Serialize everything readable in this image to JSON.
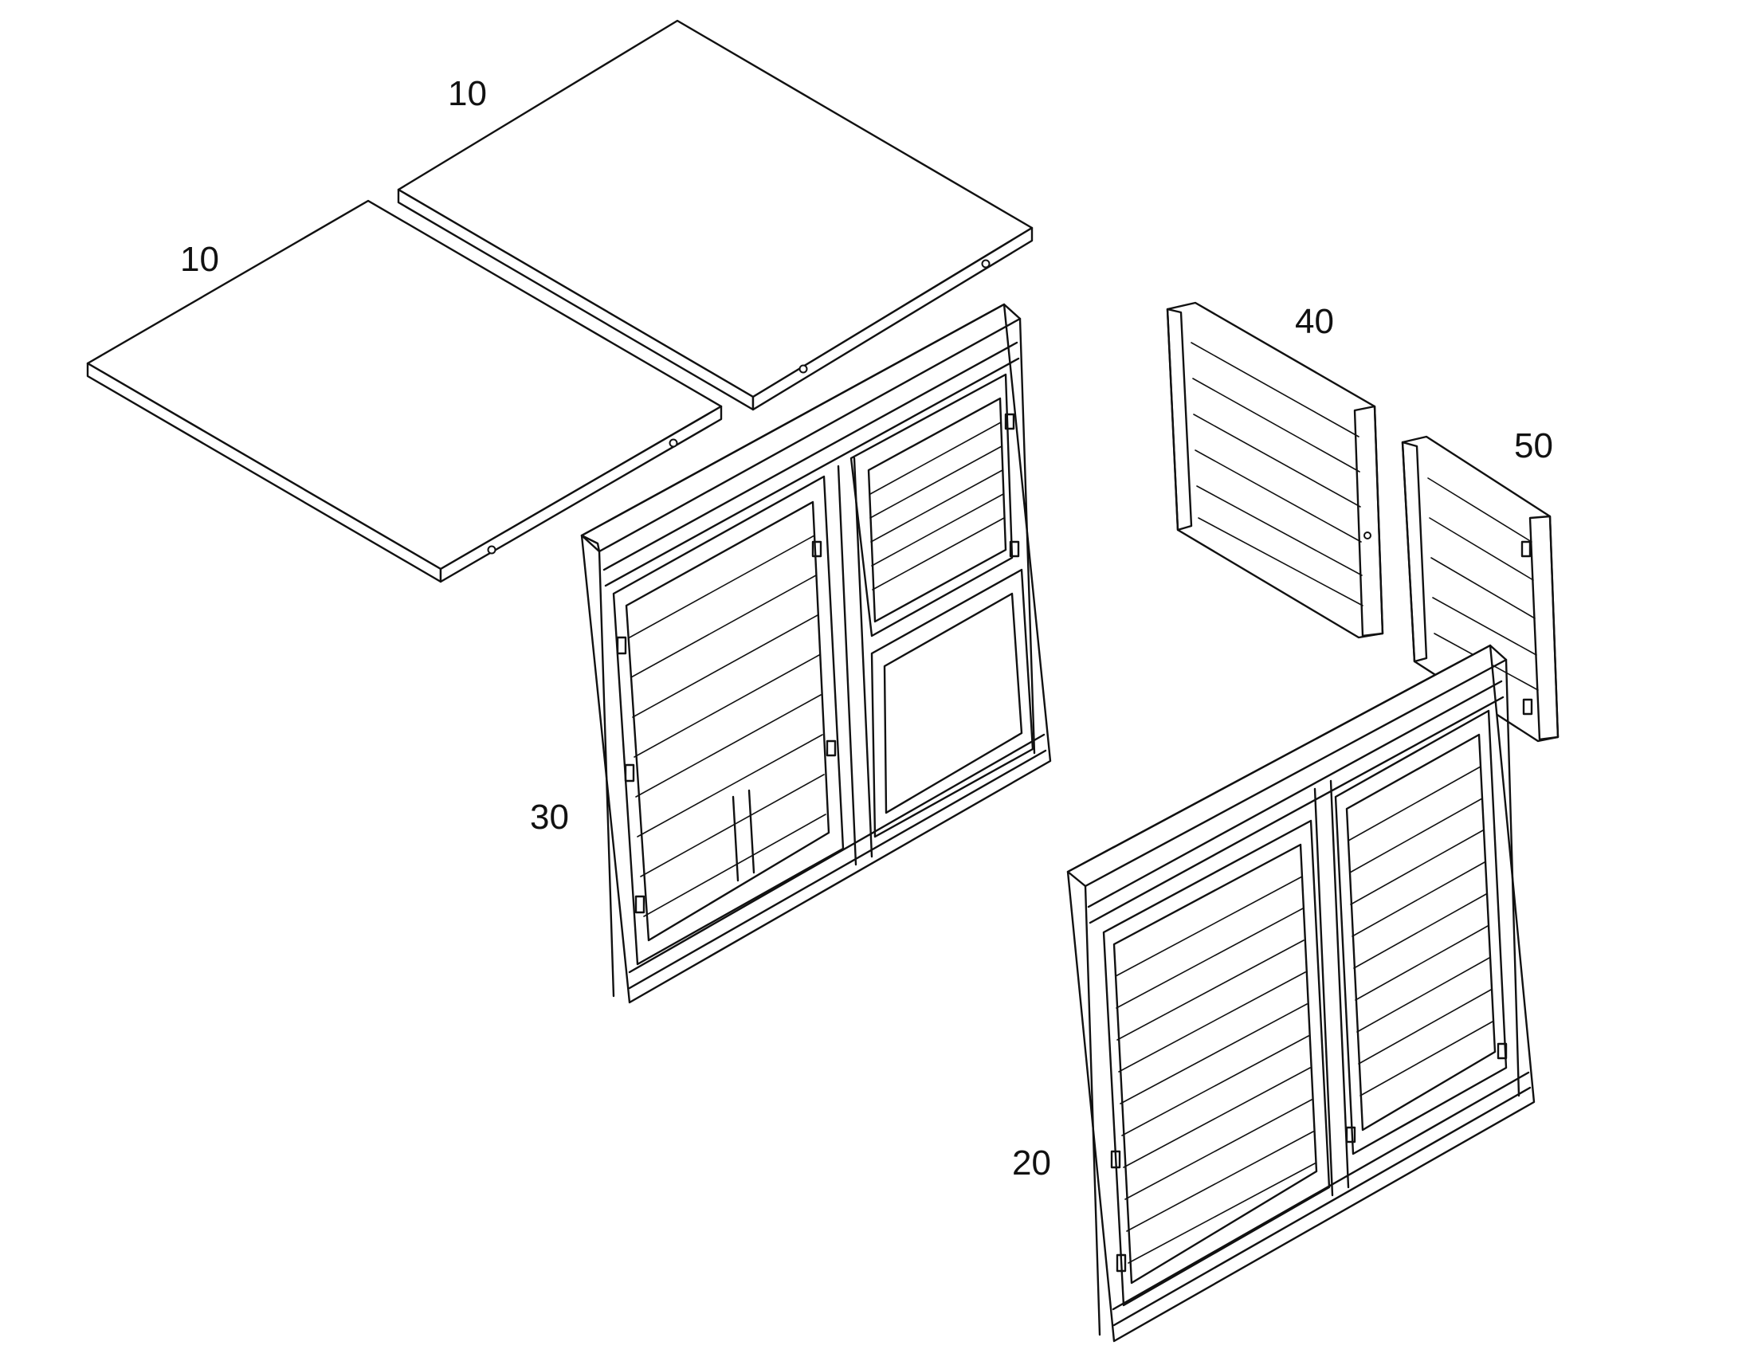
{
  "labels": {
    "panel_top_a": "10",
    "panel_top_b": "10",
    "side_panel": "30",
    "front_panel": "20",
    "end_panel_a": "40",
    "end_panel_b": "50"
  },
  "colors": {
    "line": "#111111",
    "background": "#ffffff"
  }
}
